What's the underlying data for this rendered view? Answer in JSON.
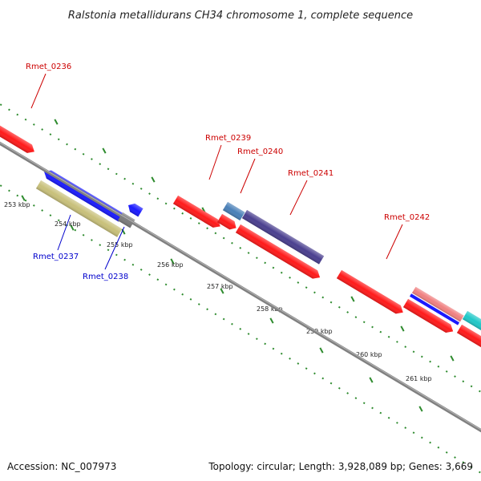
{
  "title": "Ralstonia metallidurans CH34 chromosome 1, complete sequence",
  "footer": {
    "accession": "Accession: NC_007973",
    "summary": "Topology: circular; Length: 3,928,089 bp; Genes: 3,669"
  },
  "ticks": [
    "253 kbp",
    "254 kbp",
    "255 kbp",
    "256 kbp",
    "257 kbp",
    "258 kbp",
    "259 kbp",
    "260 kbp",
    "261 kbp"
  ],
  "gene_labels": [
    {
      "text": "Rmet_0236",
      "strand": "forward"
    },
    {
      "text": "Rmet_0237",
      "strand": "reverse"
    },
    {
      "text": "Rmet_0238",
      "strand": "reverse"
    },
    {
      "text": "Rmet_0239",
      "strand": "forward"
    },
    {
      "text": "Rmet_0240",
      "strand": "forward"
    },
    {
      "text": "Rmet_0241",
      "strand": "forward"
    },
    {
      "text": "Rmet_0242",
      "strand": "forward"
    }
  ],
  "colors": {
    "forward_label": "#cc0000",
    "reverse_label": "#0000cc",
    "backbone": "#808080",
    "dots": "#2e8b2e",
    "red": "#ff1a1a",
    "blue": "#1a1aff",
    "khaki": "#c8c07a",
    "gray": "#7a7a7a",
    "steelblue": "#4a80b8",
    "slateblue": "#4a3f8f",
    "salmon": "#f08080",
    "cyan": "#20c8c8"
  }
}
